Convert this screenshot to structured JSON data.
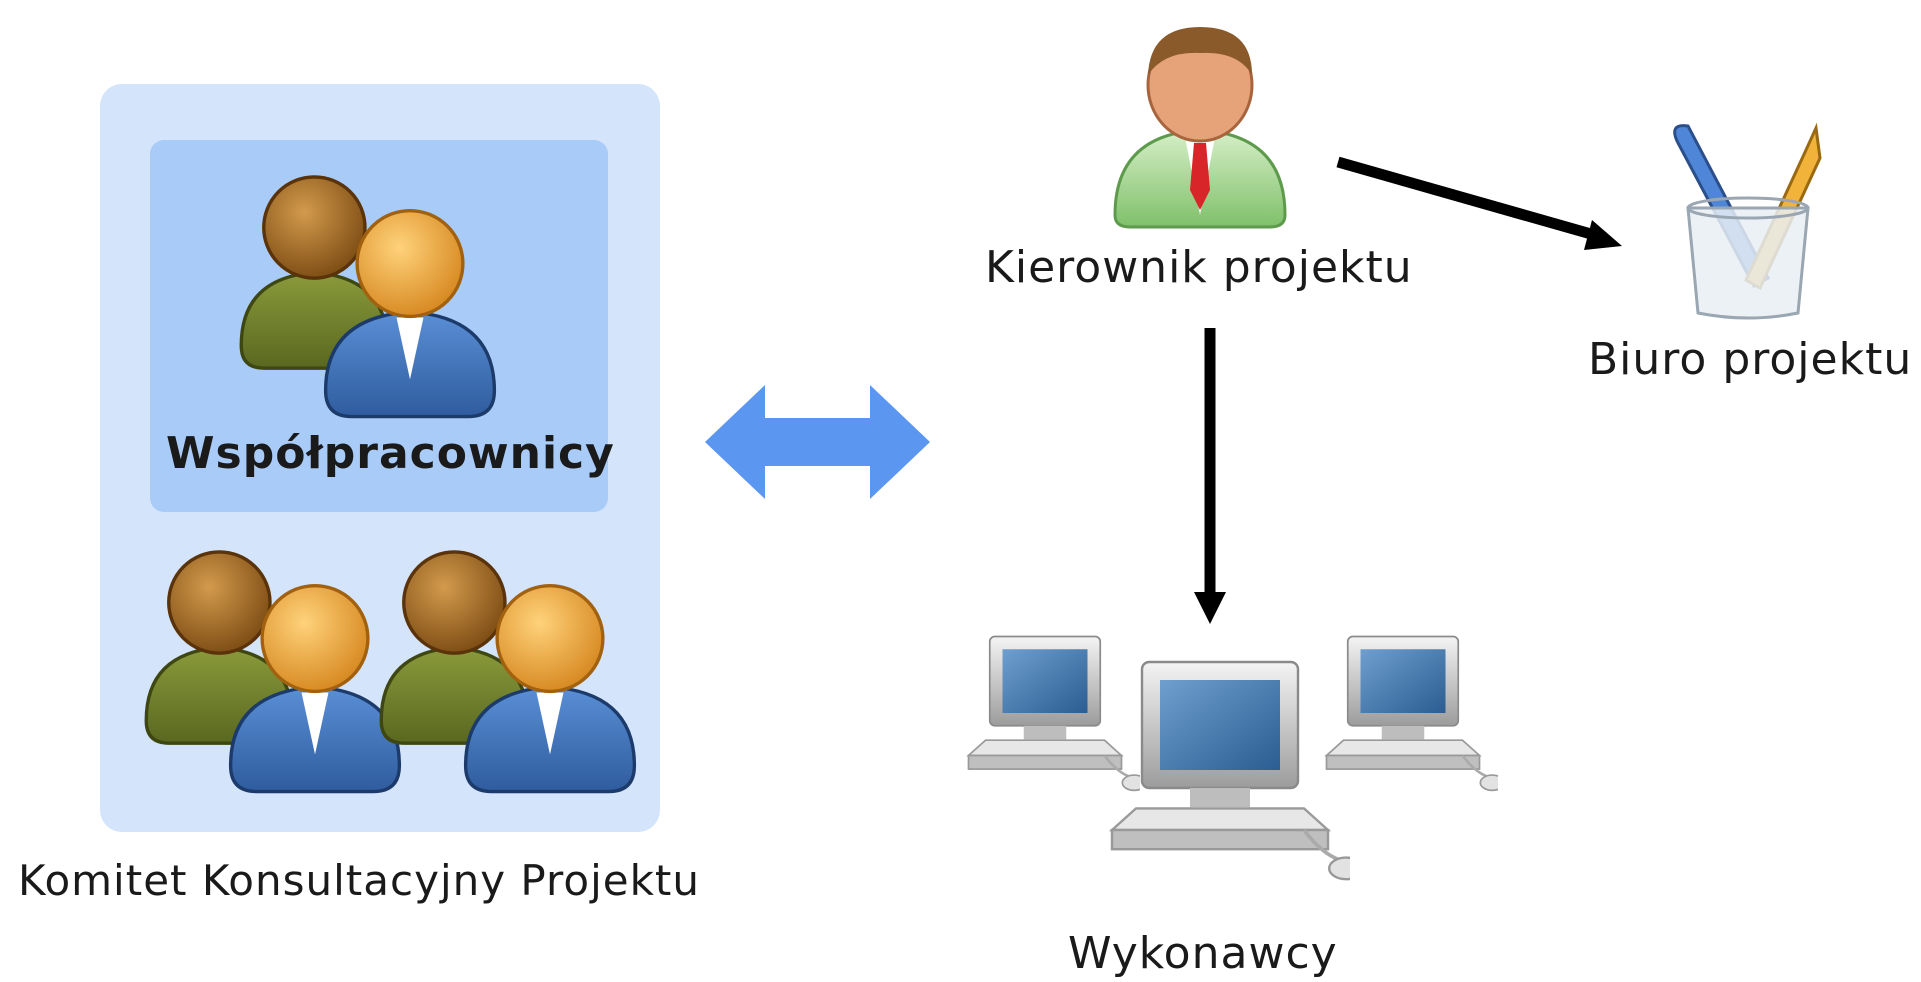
{
  "committee": {
    "label": "Komitet Konsultacyjny Projektu",
    "collaborators_label": "Współpracownicy"
  },
  "manager": {
    "label": "Kierownik projektu"
  },
  "office": {
    "label": "Biuro projektu"
  },
  "contractors": {
    "label": "Wykonawcy"
  },
  "colors": {
    "panel_light": "#d3e4fb",
    "panel_dark": "#a9cbf7",
    "double_arrow": "#5b97f0",
    "arrow": "#000000",
    "person_green": "#6b7a2a",
    "person_blue": "#3f6fb5",
    "skin_brown": "#a46a1c",
    "skin_orange": "#f0a53a"
  },
  "icons": [
    "group-icon",
    "manager-icon",
    "pencil-cup-icon",
    "computer-icon",
    "double-arrow-icon"
  ]
}
